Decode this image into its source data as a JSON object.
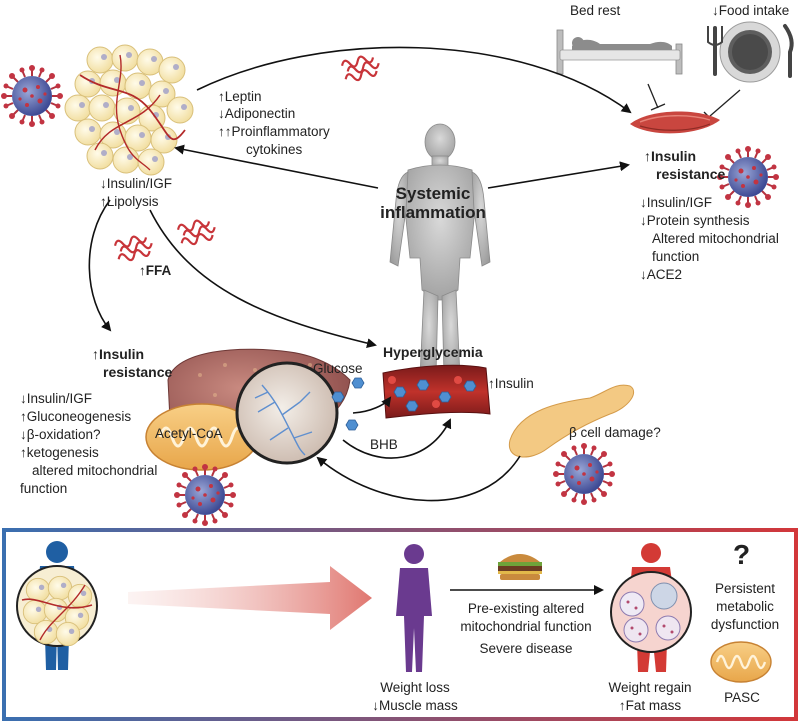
{
  "adipose": {
    "signals": [
      "↑Leptin",
      "↓Adiponectin",
      "↑↑Proinflammatory",
      "cytokines"
    ],
    "effects": [
      "↓Insulin/IGF",
      "↑Lipolysis"
    ],
    "ffa": "↑FFA"
  },
  "muscle": {
    "inputs": [
      "Bed rest",
      "↓Food intake"
    ],
    "title": [
      "↑Insulin",
      "resistance"
    ],
    "effects": [
      "↓Insulin/IGF",
      "↓Protein synthesis",
      "Altered mitochondrial",
      "function",
      "↓ACE2"
    ]
  },
  "center": {
    "title": [
      "Systemic",
      "inflammation"
    ]
  },
  "liver": {
    "title": [
      "↑Insulin",
      "resistance"
    ],
    "effects": [
      "↓Insulin/IGF",
      "↑Gluconeogenesis",
      "↓β-oxidation?",
      "↑ketogenesis",
      "altered mitochondrial",
      "function"
    ],
    "mito_label": "Acetyl-CoA"
  },
  "blood": {
    "title": "Hyperglycemia",
    "glucose": "Glucose",
    "insulin": "↑Insulin",
    "bhb": "BHB"
  },
  "pancreas": {
    "label": "β cell damage?"
  },
  "bottom": {
    "weight_loss": [
      "Weight loss",
      "↓Muscle mass"
    ],
    "middle_text": [
      "Pre-existing altered",
      "mitochondrial function",
      "Severe disease"
    ],
    "weight_regain": [
      "Weight regain",
      "↑Fat mass"
    ],
    "question": "?",
    "persistent": [
      "Persistent",
      "metabolic",
      "dysfunction"
    ],
    "pasc": "PASC"
  }
}
